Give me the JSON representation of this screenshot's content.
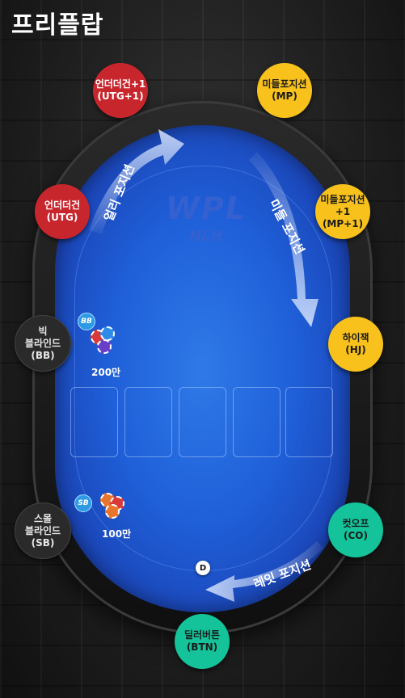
{
  "title": "프리플랍",
  "table": {
    "logo": "WPL",
    "game": "NLH"
  },
  "seats": {
    "utg1": "언더더건+1\n(UTG+1)",
    "mp": "미들포지션\n(MP)",
    "utg": "언더더건\n(UTG)",
    "mp1": "미들포지션+1\n(MP+1)",
    "bb": "빅\n블라인드\n(BB)",
    "hj": "하이잭\n(HJ)",
    "sb": "스몰\n블라인드\n(SB)",
    "co": "컷오프\n(CO)",
    "btn": "딜러버튼\n(BTN)"
  },
  "badges": {
    "bb": "BB",
    "sb": "SB",
    "dealer": "D"
  },
  "bets": {
    "bb": "200만",
    "sb": "100만"
  },
  "arrow_labels": {
    "early": "얼리 포지션",
    "middle": "미들 포지션",
    "late": "레잇 포지션"
  },
  "colors": {
    "early": "#c8262d",
    "middle": "#f8c11c",
    "blinds": "#2a2a2a",
    "late": "#14c39a",
    "felt": "#1f5fd8"
  }
}
